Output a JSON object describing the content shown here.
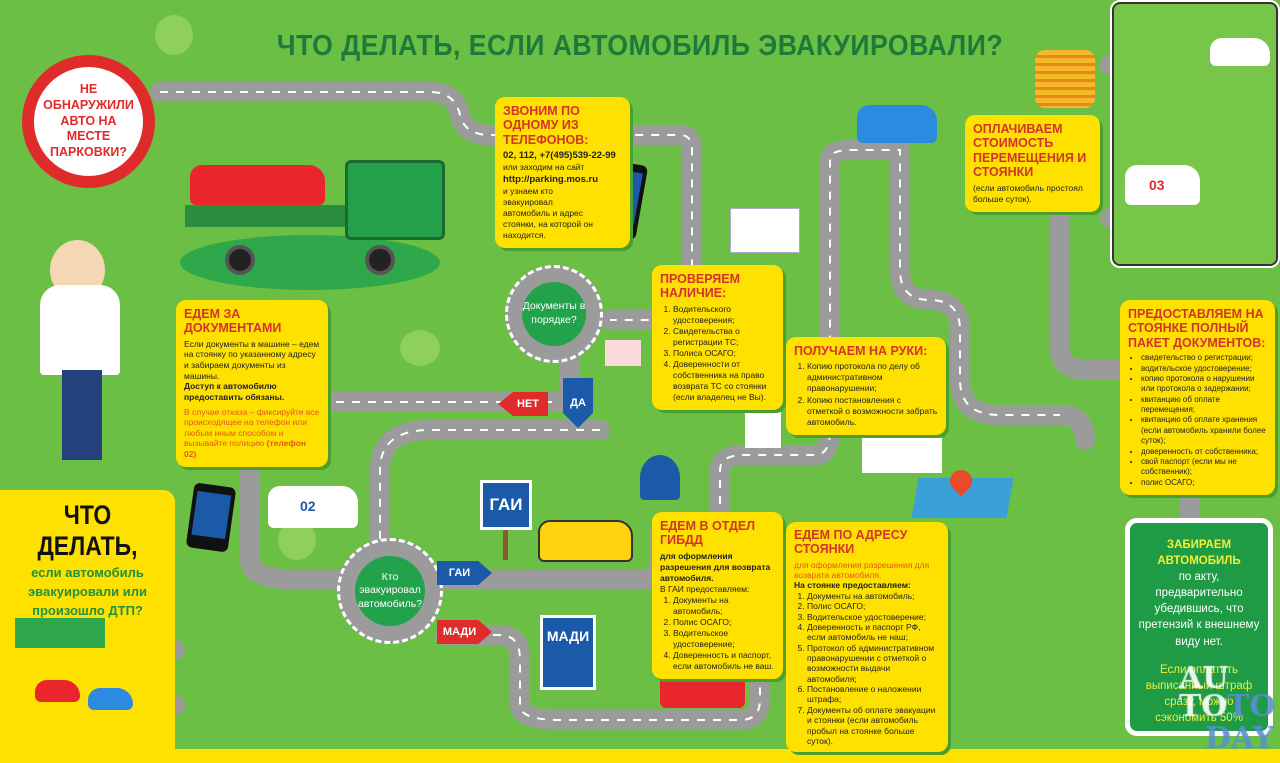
{
  "title": "ЧТО ДЕЛАТЬ, ЕСЛИ АВТОМОБИЛЬ ЭВАКУИРОВАЛИ?",
  "bubble": "НЕ ОБНАРУЖИЛИ АВТО НА МЕСТЕ ПАРКОВКИ?",
  "colors": {
    "background": "#6cbf45",
    "yellow": "#ffe100",
    "title": "#1d7a3b",
    "heading_red": "#d4332a",
    "final_green": "#1f9a45",
    "road": "#9b9b9b"
  },
  "call_box": {
    "heading": "ЗВОНИМ ПО ОДНОМУ ИЗ ТЕЛЕФОНОВ:",
    "phones": "02, 112, +7(495)539-22-99",
    "or_site": "или заходим на сайт",
    "url": "http://parking.mos.ru",
    "text": "и узнаем кто эвакуировал автомобиль и адрес стоянки, на которой он находится."
  },
  "docs_box": {
    "heading": "ЕДЕМ ЗА ДОКУМЕНТАМИ",
    "text": "Если документы в машине – едем на стоянку по указанному адресу и забираем документы из машины.",
    "bold": "Доступ к автомобилю предоставить обязаны.",
    "refusal": "В случае отказа – фиксируйте все происходящее на телефон или любым иным способом и вызывайте полицию",
    "refusal_phone": "(телефон 02)"
  },
  "check_box": {
    "heading": "ПРОВЕРЯЕМ НАЛИЧИЕ:",
    "items": [
      "Водительского удостоверения;",
      "Свидетельства о регистрации ТС;",
      "Полиса ОСАГО;",
      "Доверенности от собственника на право возврата ТС со стоянки (если владелец не Вы)."
    ]
  },
  "receive_box": {
    "heading": "ПОЛУЧАЕМ НА РУКИ:",
    "items": [
      "Копию протокола по делу об административном правонарушении;",
      "Копию постановления с отметкой о возможности забрать автомобиль."
    ]
  },
  "gibdd_box": {
    "heading": "ЕДЕМ В ОТДЕЛ ГИБДД",
    "sub": "для оформления разрешения для возврата автомобиля.",
    "intro": "В ГАИ предоставляем:",
    "items": [
      "Документы на автомобиль;",
      "Полис ОСАГО;",
      "Водительское удостоверение;",
      "Доверенность и паспорт, если автомобиль не ваш."
    ]
  },
  "address_box": {
    "heading": "ЕДЕМ ПО АДРЕСУ СТОЯНКИ",
    "sub": "для оформления разрешения для возврата автомобиля.",
    "intro": "На стоянке предоставляем:",
    "items": [
      "Документы на автомобиль;",
      "Полис ОСАГО;",
      "Водительское удостоверение;",
      "Доверенность и паспорт РФ, если автомобиль не наш;",
      "Протокол об административном правонарушении с отметкой о возможности выдачи автомобиля;",
      "Постановление о наложении штрафа;",
      "Документы об оплате эвакуации и стоянки (если автомобиль пробыл на стоянке больше суток)."
    ]
  },
  "pay_box": {
    "heading": "ОПЛАЧИВАЕМ СТОИМОСТЬ ПЕРЕМЕЩЕНИЯ И СТОЯНКИ",
    "text": "(если автомобиль простоял больше суток)."
  },
  "provide_box": {
    "heading": "ПРЕДОСТАВЛЯЕМ НА СТОЯНКЕ ПОЛНЫЙ ПАКЕТ ДОКУМЕНТОВ:",
    "items": [
      "свидетельство о регистрации;",
      "водительское удостоверение;",
      "копию протокола о нарушении или протокола о задержании;",
      "квитанцию об оплате перемещения;",
      "квитанцию об оплате хранения (если автомобиль хранили более суток);",
      "доверенность от собственника;",
      "свой паспорт (если мы не собственник);",
      "полис ОСАГО;"
    ]
  },
  "final_box": {
    "heading": "ЗАБИРАЕМ АВТОМОБИЛЬ",
    "text": "по акту, предварительно убедившись, что претензий к внешнему виду нет.",
    "tip": "Если оплатить выписанный штраф сразу, можно сэкономить 50%"
  },
  "decision_docs": "Документы в порядке?",
  "decision_who": "Кто эвакуировал автомобиль?",
  "arrows": {
    "no": "НЕТ",
    "yes": "ДА",
    "gai": "ГАИ",
    "madi": "МАДИ"
  },
  "signs": {
    "gai": "ГАИ",
    "madi": "МАДИ"
  },
  "badges": {
    "police": "02",
    "ambulance": "03"
  },
  "left_panel": {
    "big": "ЧТО ДЕЛАТЬ,",
    "sub": "если автомобиль эвакуировали или произошло ДТП?"
  },
  "watermark": {
    "a": "AU",
    "b": "TO",
    "c": "TO",
    "d": "DAY"
  }
}
